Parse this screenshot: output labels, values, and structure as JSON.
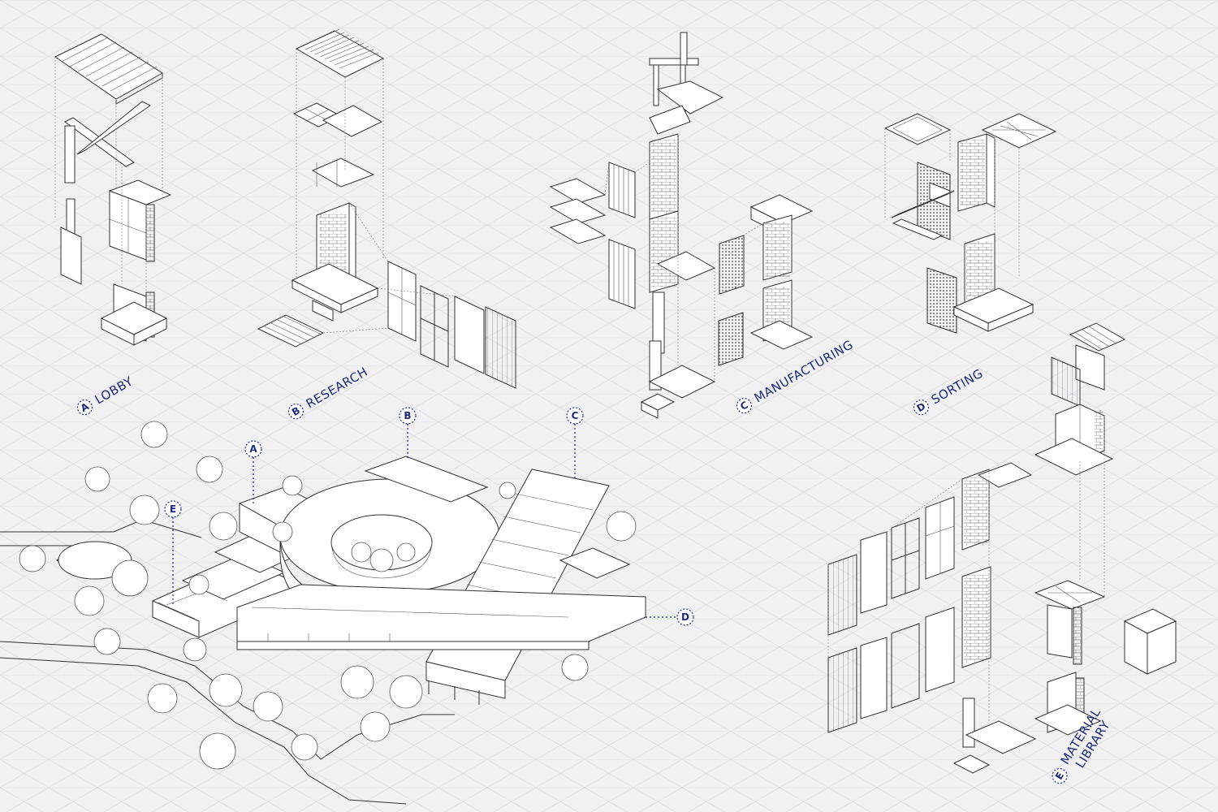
{
  "callouts": {
    "a": {
      "letter": "A",
      "label": "LOBBY"
    },
    "b": {
      "letter": "B",
      "label": "RESEARCH"
    },
    "c": {
      "letter": "C",
      "label": "MANUFACTURING"
    },
    "d": {
      "letter": "D",
      "label": "SORTING"
    },
    "e": {
      "letter": "E",
      "label_line1": "MATERIAL",
      "label_line2": "LIBRARY"
    }
  },
  "colors": {
    "accent": "#1e2a78",
    "background": "#f1f1f2",
    "line": "#333333"
  }
}
